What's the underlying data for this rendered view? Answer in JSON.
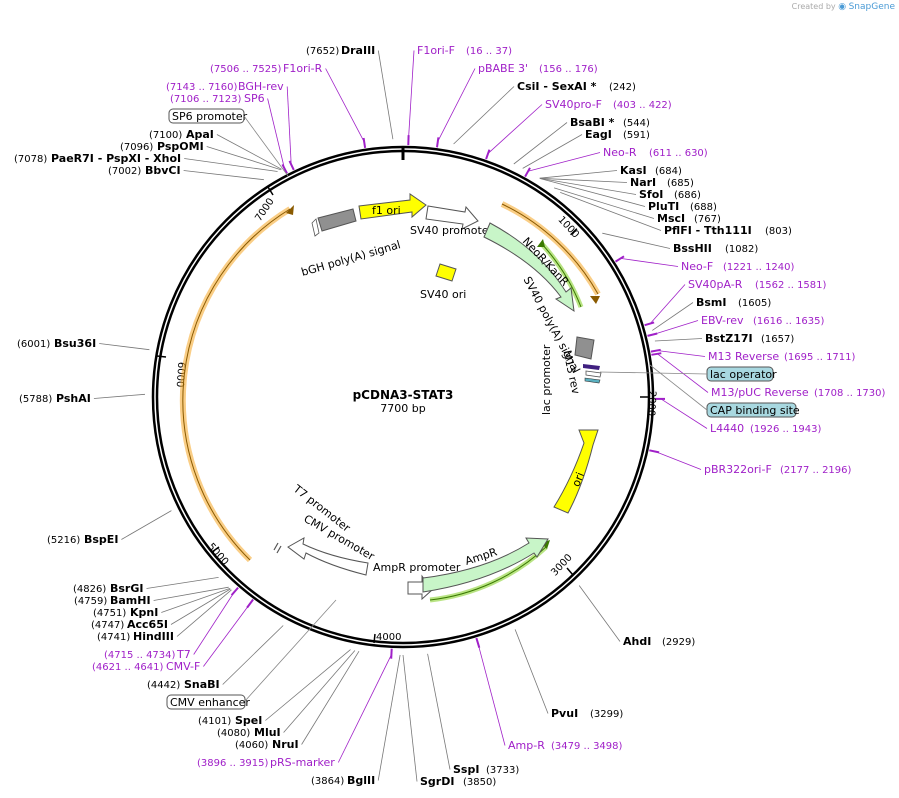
{
  "branding": {
    "prefix": "Created by",
    "product": "SnapGene"
  },
  "plasmid": {
    "name": "pCDNA3-STAT3",
    "size_label": "7700 bp",
    "length": 7700
  },
  "colors": {
    "backbone": "#000000",
    "primer": "#a020c8",
    "orf": "#c8f5c8",
    "ori": "#ffff00",
    "terminator": "#909090",
    "promoter": "#ffffff",
    "arc_highlight": "#f5a623",
    "box_fill": "#a8d8e0"
  },
  "ticks": [
    "1000",
    "2000",
    "3000",
    "4000",
    "5000",
    "6000",
    "7000"
  ],
  "enzymes": [
    {
      "name": "DraIII",
      "pos": "(7652)",
      "site": 7652
    },
    {
      "name": "CsiI  -  SexAI *",
      "pos": "(242)",
      "site": 242
    },
    {
      "name": "BsaBI *",
      "pos": "(544)",
      "site": 544
    },
    {
      "name": "EagI",
      "pos": "(591)",
      "site": 591
    },
    {
      "name": "KasI",
      "pos": "(684)",
      "site": 684
    },
    {
      "name": "NarI",
      "pos": "(685)",
      "site": 685
    },
    {
      "name": "SfoI",
      "pos": "(686)",
      "site": 686
    },
    {
      "name": "PluTI",
      "pos": "(688)",
      "site": 688
    },
    {
      "name": "MscI",
      "pos": "(767)",
      "site": 767
    },
    {
      "name": "PflFI  -  Tth111I",
      "pos": "(803)",
      "site": 803
    },
    {
      "name": "BssHII",
      "pos": "(1082)",
      "site": 1082
    },
    {
      "name": "BsmI",
      "pos": "(1605)",
      "site": 1605
    },
    {
      "name": "BstZ17I",
      "pos": "(1657)",
      "site": 1657
    },
    {
      "name": "AhdI",
      "pos": "(2929)",
      "site": 2929
    },
    {
      "name": "PvuI",
      "pos": "(3299)",
      "site": 3299
    },
    {
      "name": "SspI",
      "pos": "(3733)",
      "site": 3733
    },
    {
      "name": "SgrDI",
      "pos": "(3850)",
      "site": 3850
    },
    {
      "name": "BglII",
      "pos": "(3864)",
      "site": 3864
    },
    {
      "name": "NruI",
      "pos": "(4060)",
      "site": 4060
    },
    {
      "name": "MluI",
      "pos": "(4080)",
      "site": 4080
    },
    {
      "name": "SpeI",
      "pos": "(4101)",
      "site": 4101
    },
    {
      "name": "SnaBI",
      "pos": "(4442)",
      "site": 4442
    },
    {
      "name": "HindIII",
      "pos": "(4741)",
      "site": 4741
    },
    {
      "name": "Acc65I",
      "pos": "(4747)",
      "site": 4747
    },
    {
      "name": "KpnI",
      "pos": "(4751)",
      "site": 4751
    },
    {
      "name": "BamHI",
      "pos": "(4759)",
      "site": 4759
    },
    {
      "name": "BsrGI",
      "pos": "(4826)",
      "site": 4826
    },
    {
      "name": "BspEI",
      "pos": "(5216)",
      "site": 5216
    },
    {
      "name": "PshAI",
      "pos": "(5788)",
      "site": 5788
    },
    {
      "name": "Bsu36I",
      "pos": "(6001)",
      "site": 6001
    },
    {
      "name": "BbvCI",
      "pos": "(7002)",
      "site": 7002
    },
    {
      "name": "PaeR7I  -  PspXI  -  XhoI",
      "pos": "(7078)",
      "site": 7078
    },
    {
      "name": "PspOMI",
      "pos": "(7096)",
      "site": 7096
    },
    {
      "name": "ApaI",
      "pos": "(7100)",
      "site": 7100
    }
  ],
  "primers": [
    {
      "name": "F1ori-F",
      "pos": "(16 .. 37)",
      "site": 26
    },
    {
      "name": "pBABE 3'",
      "pos": "(156 .. 176)",
      "site": 166
    },
    {
      "name": "SV40pro-F",
      "pos": "(403 .. 422)",
      "site": 412
    },
    {
      "name": "Neo-R",
      "pos": "(611 .. 630)",
      "site": 620
    },
    {
      "name": "Neo-F",
      "pos": "(1221 .. 1240)",
      "site": 1230
    },
    {
      "name": "SV40pA-R",
      "pos": "(1562 .. 1581)",
      "site": 1571
    },
    {
      "name": "EBV-rev",
      "pos": "(1616 .. 1635)",
      "site": 1625
    },
    {
      "name": "M13 Reverse",
      "pos": "(1695 .. 1711)",
      "site": 1703
    },
    {
      "name": "M13/pUC Reverse",
      "pos": "(1708 .. 1730)",
      "site": 1719
    },
    {
      "name": "L4440",
      "pos": "(1926 .. 1943)",
      "site": 1934
    },
    {
      "name": "pBR322ori-F",
      "pos": "(2177 .. 2196)",
      "site": 2186
    },
    {
      "name": "Amp-R",
      "pos": "(3479 .. 3498)",
      "site": 3488
    },
    {
      "name": "pRS-marker",
      "pos": "(3896 .. 3915)",
      "site": 3905
    },
    {
      "name": "CMV-F",
      "pos": "(4621 .. 4641)",
      "site": 4631
    },
    {
      "name": "T7",
      "pos": "(4715 .. 4734)",
      "site": 4724
    },
    {
      "name": "SP6",
      "pos": "(7106 .. 7123)",
      "site": 7114
    },
    {
      "name": "BGH-rev",
      "pos": "(7143 .. 7160)",
      "site": 7151
    },
    {
      "name": "F1ori-R",
      "pos": "(7506 .. 7525)",
      "site": 7515
    }
  ],
  "boxed_labels": {
    "sp6_promoter": "SP6 promoter",
    "cmv_enhancer": "CMV enhancer",
    "lac_operator": "lac operator",
    "cap_binding_site": "CAP binding site"
  },
  "features": {
    "f1_ori": "f1 ori",
    "sv40_promoter": "SV40 promoter",
    "neor_kanr": "NeoR/KanR",
    "sv40_polya": "SV40 poly(A) signal",
    "m13_rev": "M13 rev",
    "lac_promoter": "lac promoter",
    "ori": "ori",
    "ampr_promoter": "AmpR promoter",
    "ampr": "AmpR",
    "cmv_promoter": "CMV promoter",
    "t7_promoter": "T7 promoter",
    "bgh_polya": "bGH poly(A) signal",
    "sv40_ori": "SV40 ori"
  }
}
